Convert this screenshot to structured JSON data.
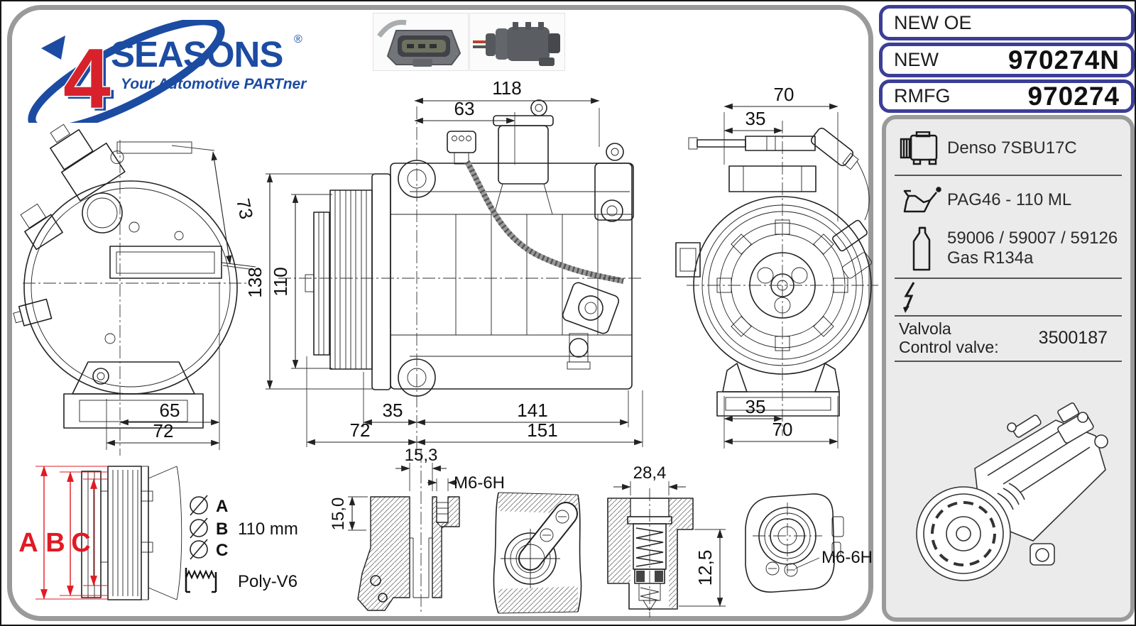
{
  "brand": {
    "digit": "4",
    "name": "SEASONS",
    "reg": "®",
    "tagline_pre": "Your Automotive ",
    "tagline_bold": "PART",
    "tagline_post": "ner"
  },
  "header": {
    "oe_label": "NEW OE",
    "new_label": "NEW",
    "new_value": "970274N",
    "rmfg_label": "RMFG",
    "rmfg_value": "970274"
  },
  "specs": {
    "compressor": "Denso 7SBU17C",
    "oil": "PAG46 - 110 ML",
    "codes": "59006 / 59007 / 59126",
    "gas": "Gas R134a",
    "valve_label_line1": "Valvola",
    "valve_label_line2": "Control valve:",
    "valve_value": "3500187"
  },
  "dims": {
    "front": {
      "diagonal": "73",
      "inner_width": "65",
      "outer_width": "72"
    },
    "side": {
      "top_overall": "118",
      "top_port": "63",
      "pulley_od": "138",
      "pulley_belt": "110",
      "bot_front": "35",
      "bot_body": "141",
      "bot_front2": "72",
      "bot_overall": "151"
    },
    "rear": {
      "top_outer": "70",
      "top_inner": "35",
      "bot_inner": "35",
      "bot_outer": "70"
    },
    "pulley": {
      "letter_a": "A",
      "letter_b": "B",
      "letter_c": "C",
      "dia_a_label": "A",
      "dia_b_label": "B",
      "dia_b_value": "110 mm",
      "dia_c_label": "C",
      "belt_type": "Poly-V6"
    },
    "suction": {
      "bore": "15,3",
      "thread": "M6-6H",
      "depth": "15,0"
    },
    "valve": {
      "bore": "28,4",
      "depth": "12,5",
      "thread": "M6-6H"
    }
  },
  "colors": {
    "brand_blue": "#1c4ba2",
    "brand_red": "#d7222b",
    "box_border_blue": "#3c3e96",
    "dim_red": "#e01b24",
    "panel_border_gray": "#9a9a9a"
  }
}
